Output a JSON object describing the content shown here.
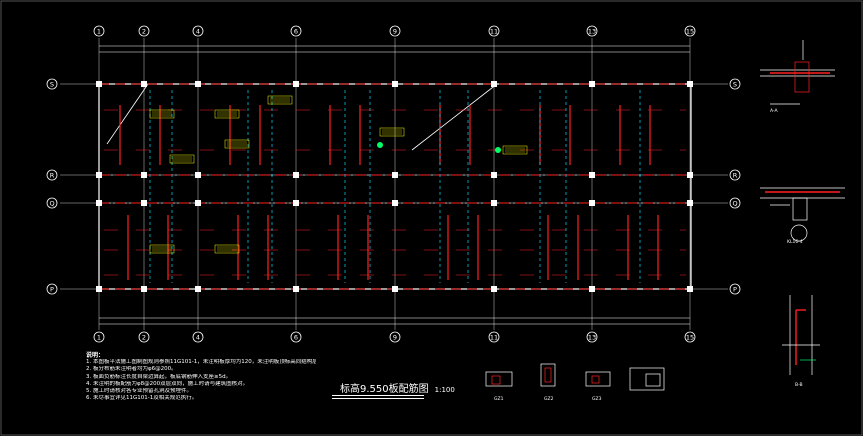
{
  "drawing": {
    "title_prefix": "标高",
    "title_elevation": "9.550",
    "title_suffix": "板配筋图",
    "scale": "1:100",
    "colors": {
      "background": "#000000",
      "grid_axis": "#ffffff",
      "beam": "#ff2020",
      "dashed_member": "#00d8ff",
      "annotation": "#ffff00",
      "dimension": "#00ff66"
    }
  },
  "grid": {
    "columns": [
      "1",
      "2",
      "4",
      "6",
      "9",
      "11",
      "13",
      "15"
    ],
    "rows": [
      "S",
      "R",
      "Q",
      "P"
    ]
  },
  "notes": {
    "header": "说明：",
    "items": [
      "1. 本图板平法施工图制图规则参照11G101-1，未注明板厚均为120，未注明板顶标高同结构层标高。",
      "2. 板分布筋未注明者均为φ6@200。",
      "3. 板面负筋标注长度自梁边算起，板底钢筋伸入支座≥5d。",
      "4. 未注明的板配筋为φ8@200双层双向，施工时请与建筑图核对。",
      "5. 施工时请核对各专业预留孔洞及预埋件。",
      "6. 未尽事宜详见11G101-1及相关规范执行。"
    ]
  },
  "details": {
    "sections": [
      "GZ1",
      "GZ2",
      "GZ3"
    ],
    "right_labels": [
      "A-A",
      "KL16-4",
      "B-B"
    ]
  }
}
